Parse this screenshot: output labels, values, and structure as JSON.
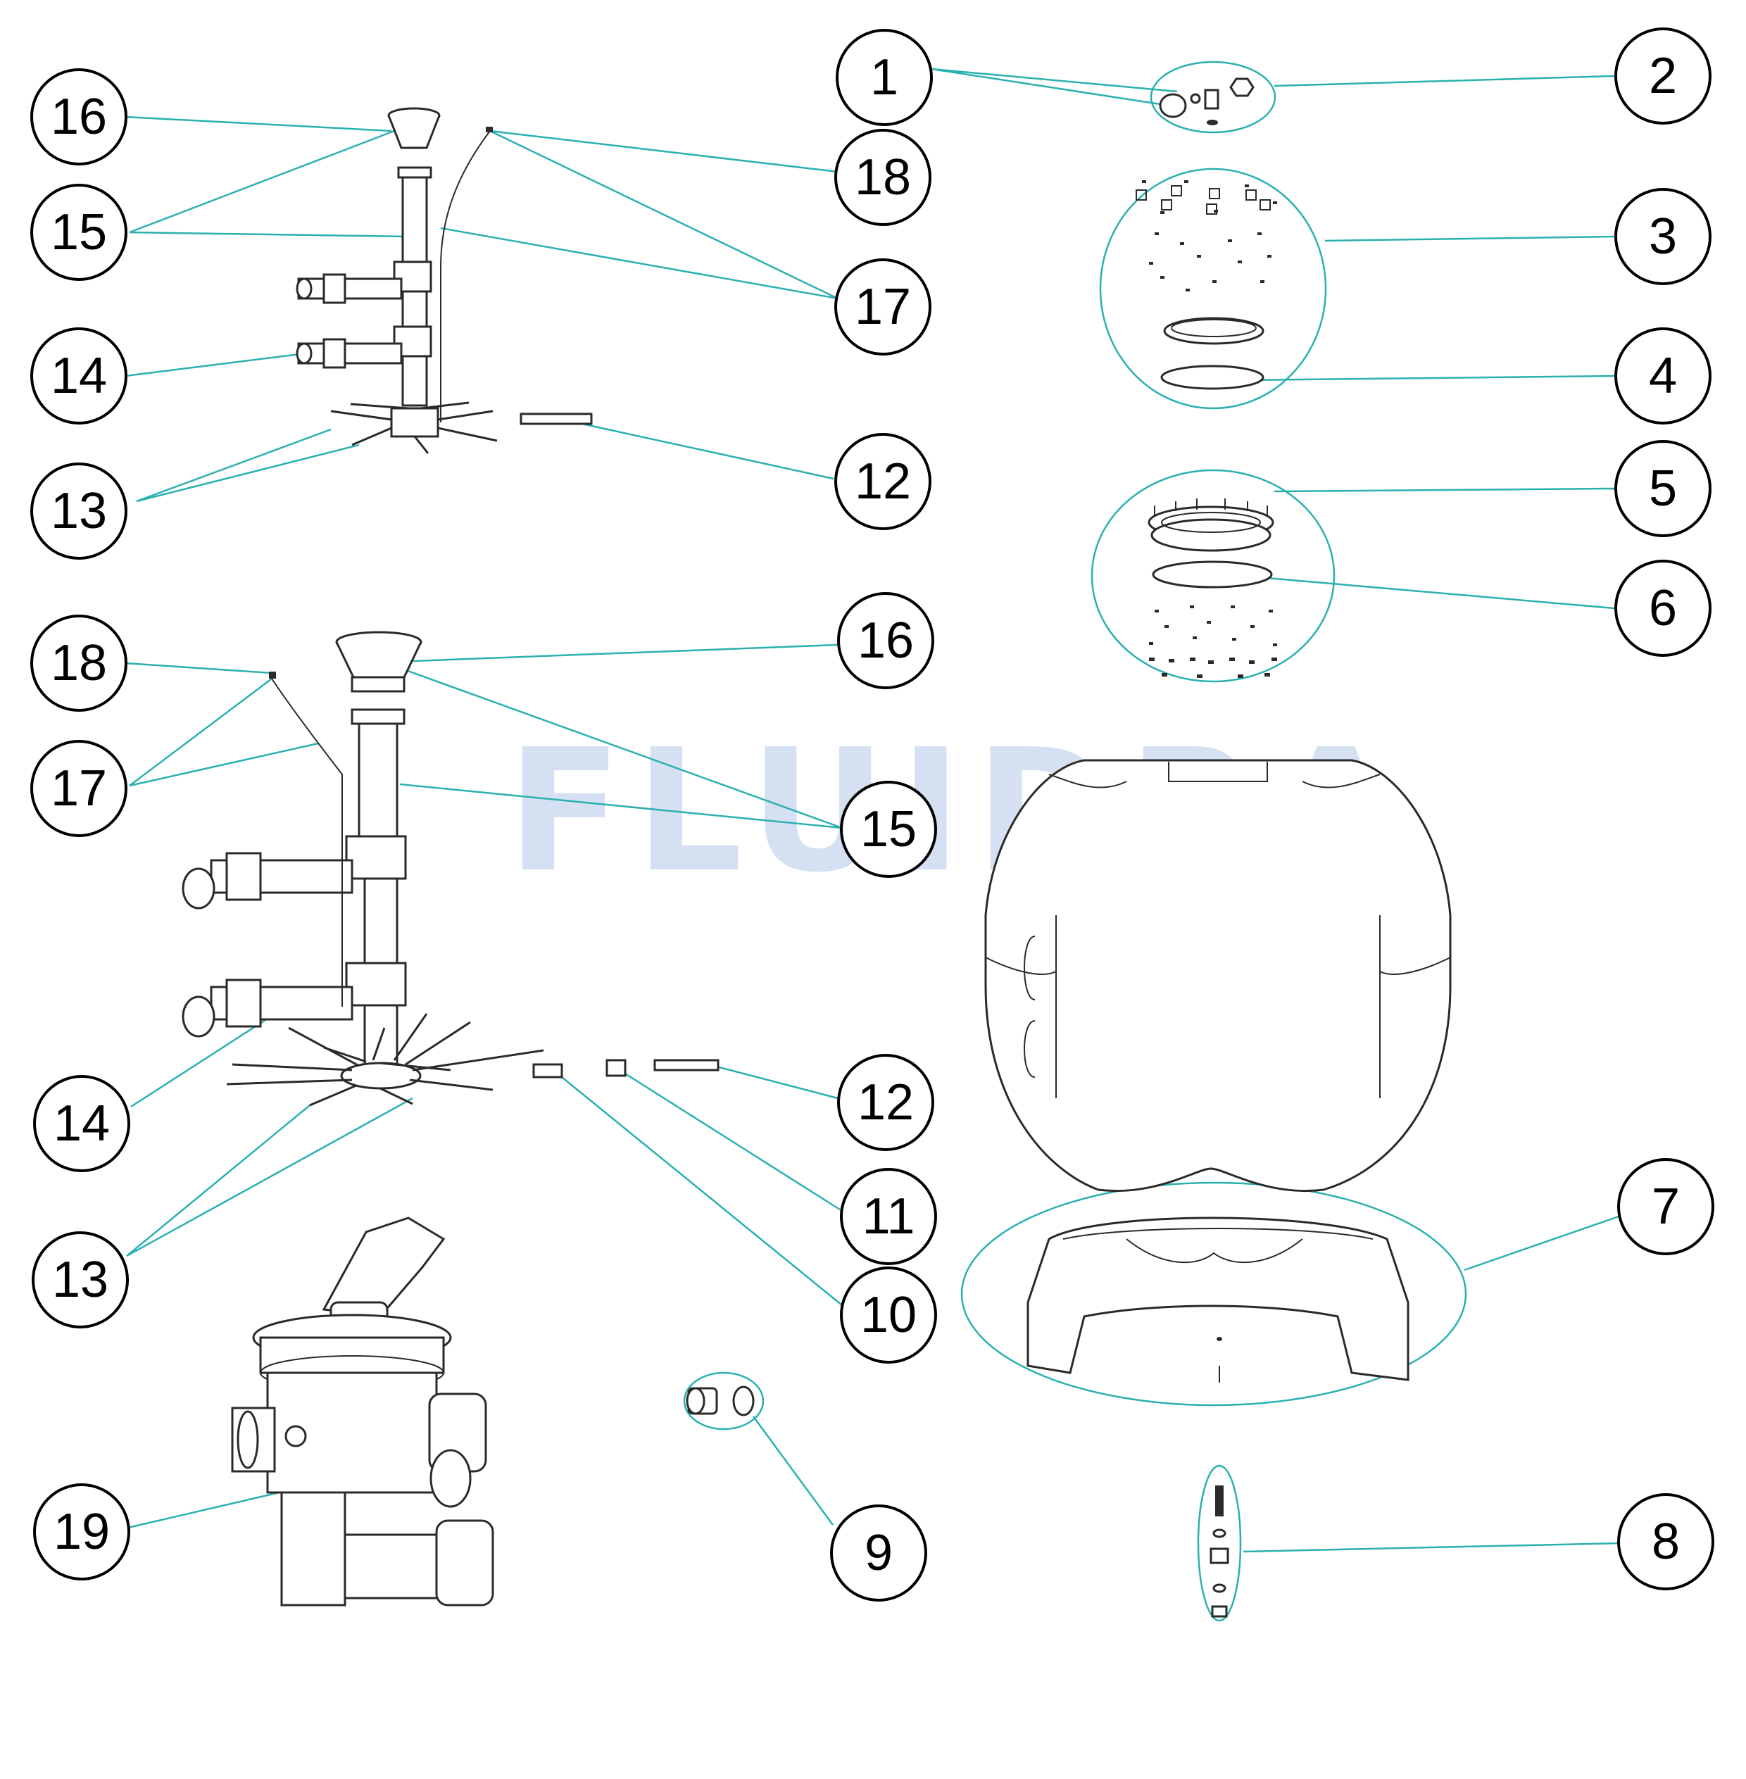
{
  "watermark": "FLUIDRA",
  "colors": {
    "leader": "#2bb0b0",
    "outline": "#2a2a2a",
    "watermark": "#c8d6ee"
  },
  "callouts": {
    "c1": "1",
    "c2": "2",
    "c3": "3",
    "c4": "4",
    "c5": "5",
    "c6": "6",
    "c7": "7",
    "c8": "8",
    "c9": "9",
    "c10": "10",
    "c11": "11",
    "c12a": "12",
    "c12b": "12",
    "c13a": "13",
    "c13b": "13",
    "c14a": "14",
    "c14b": "14",
    "c15a": "15",
    "c15b": "15",
    "c16a": "16",
    "c16b": "16",
    "c17a": "17",
    "c17b": "17",
    "c18a": "18",
    "c18b": "18",
    "c19": "19"
  }
}
